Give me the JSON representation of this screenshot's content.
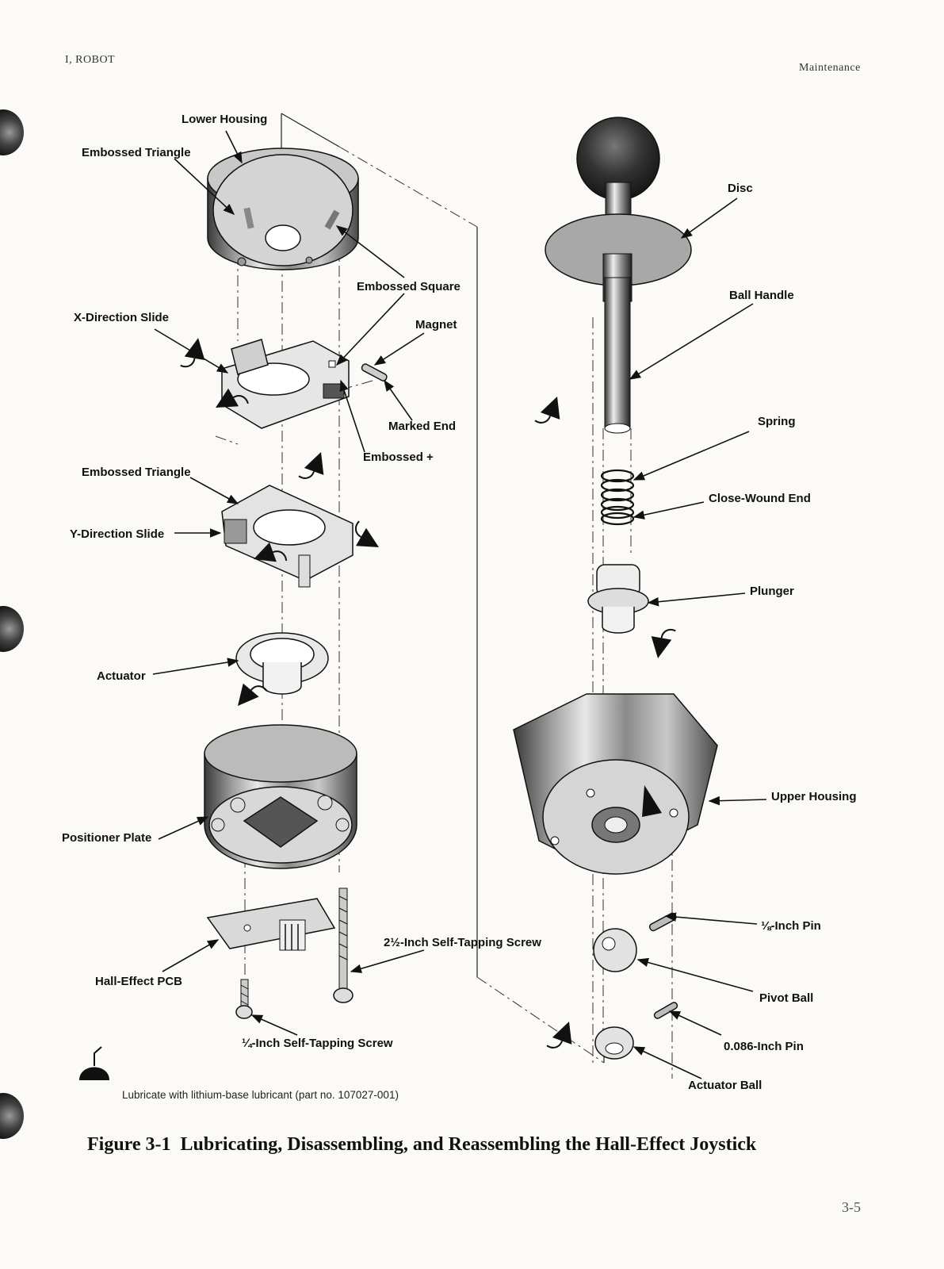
{
  "header": {
    "left": "I, ROBOT",
    "right": "Maintenance"
  },
  "labels": {
    "lower_housing": "Lower Housing",
    "embossed_triangle_1": "Embossed Triangle",
    "embossed_square": "Embossed Square",
    "magnet": "Magnet",
    "x_direction_slide": "X-Direction Slide",
    "marked_end": "Marked End",
    "embossed_plus": "Embossed +",
    "embossed_triangle_2": "Embossed Triangle",
    "y_direction_slide": "Y-Direction Slide",
    "actuator": "Actuator",
    "positioner_plate": "Positioner Plate",
    "hall_effect_pcb": "Hall-Effect PCB",
    "screw_2_5": "2½-Inch Self-Tapping Screw",
    "screw_quarter": "¼-Inch Self-Tapping Screw",
    "disc": "Disc",
    "ball_handle": "Ball Handle",
    "spring": "Spring",
    "close_wound_end": "Close-Wound End",
    "plunger": "Plunger",
    "upper_housing": "Upper Housing",
    "pin_eighth": "⅛-Inch Pin",
    "pivot_ball": "Pivot Ball",
    "pin_086": "0.086-Inch Pin",
    "actuator_ball": "Actuator Ball"
  },
  "legend": {
    "text": "Lubricate with lithium-base lubricant (part no. 107027-001)",
    "icon": "lubricant-icon"
  },
  "caption": {
    "number": "Figure 3-1",
    "title": "Lubricating, Disassembling, and Reassembling the Hall-Effect Joystick"
  },
  "page_number": "3-5"
}
